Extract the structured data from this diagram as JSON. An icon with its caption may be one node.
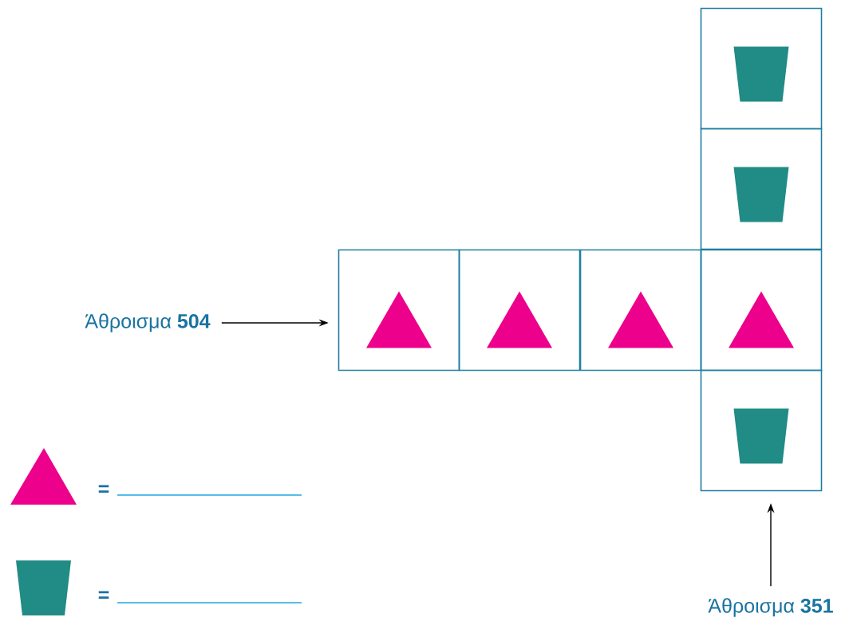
{
  "diagram": {
    "nodes": [
      {
        "text": [],
        "shape": "box"
      },
      {
        "text": [],
        "shape": "box"
      },
      {
        "text": [
          "Άθροισμα **504**"
        ]
      },
      {
        "text": [],
        "shape": "box"
      },
      {
        "text": [],
        "shape": "box"
      },
      {
        "text": [],
        "shape": "box"
      },
      {
        "text": [],
        "shape": "box"
      },
      {
        "text": [],
        "shape": "box"
      },
      {
        "text": [
          "Άθροισμα **351**"
        ]
      }
    ],
    "edges": [
      {
        "from": 2,
        "to": 3,
        "arrow": "to"
      },
      {
        "from": 8,
        "to": 7,
        "arrow": "to"
      }
    ],
    "labels": [
      "=",
      "="
    ]
  }
}
